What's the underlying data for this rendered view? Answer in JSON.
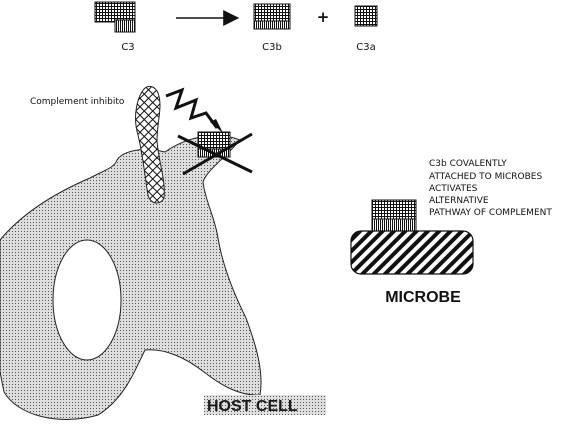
{
  "reaction": {
    "c3_label": "C3",
    "c3b_label": "C3b",
    "c3a_label": "C3a",
    "plus_sign": "+"
  },
  "host_cell": {
    "inhibitor_label": "Complement inhibito",
    "cell_label": "HOST CELL"
  },
  "microbe": {
    "description_lines": [
      "C3b COVALENTLY",
      "ATTACHED TO MICROBES",
      "ACTIVATES",
      "ALTERNATIVE",
      "PATHWAY OF COMPLEMENT"
    ],
    "microbe_label": "MICROBE"
  },
  "colors": {
    "ink": "#111111",
    "cell_fill": "#d9d9d9",
    "block_fill": "#ffffff"
  }
}
